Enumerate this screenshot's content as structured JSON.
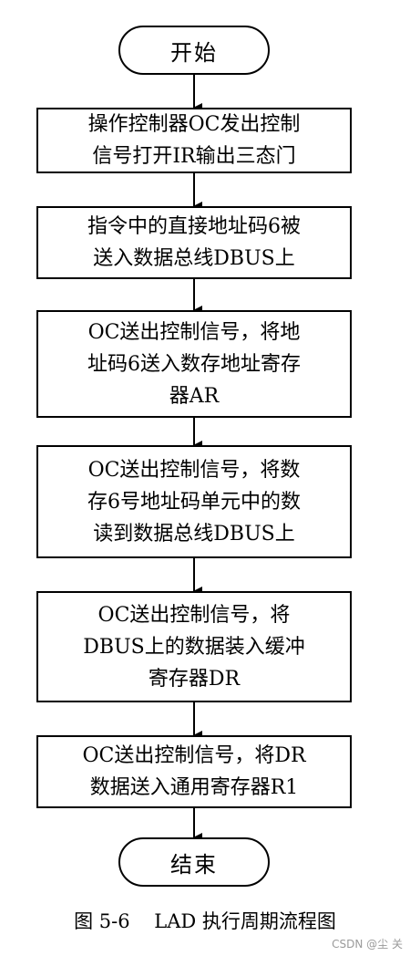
{
  "start": "开始",
  "end": "结束",
  "steps": [
    {
      "lines": [
        "操作控制器OC发出控制",
        "信号打开IR输出三态门"
      ]
    },
    {
      "lines": [
        "指令中的直接地址码6被",
        "送入数据总线DBUS上"
      ]
    },
    {
      "lines": [
        "OC送出控制信号，将地",
        "址码6送入数存地址寄存",
        "器AR"
      ]
    },
    {
      "lines": [
        "OC送出控制信号，将数",
        "存6号地址码单元中的数",
        "读到数据总线DBUS上"
      ]
    },
    {
      "lines": [
        "OC送出控制信号，将",
        "DBUS上的数据装入缓冲",
        "寄存器DR"
      ]
    },
    {
      "lines": [
        "OC送出控制信号，将DR",
        "数据送入通用寄存器R1"
      ]
    }
  ],
  "caption": "图 5-6    LAD 执行周期流程图",
  "watermark": "CSDN @尘  关"
}
